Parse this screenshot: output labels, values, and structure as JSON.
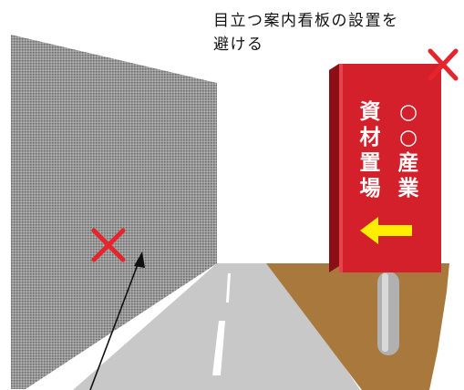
{
  "caption": {
    "line1": "目立つ案内看板の設置を",
    "line2": "避ける"
  },
  "sign": {
    "company_chars": [
      "○",
      "○",
      "産",
      "業"
    ],
    "place_chars": [
      "資",
      "材",
      "置",
      "場"
    ],
    "arrow": "left-arrow-icon"
  },
  "marks": {
    "sign_mark": "cross-mark-icon",
    "wall_mark": "cross-mark-icon"
  },
  "colors": {
    "sign_red": "#d4202a",
    "sign_dark": "#8a1015",
    "cross_red": "#e6242c",
    "arrow_yellow": "#ffee00",
    "road_gray": "#c8c8c8",
    "ground_brown": "#a9783c",
    "wall_gray": "#8e8e8e"
  }
}
